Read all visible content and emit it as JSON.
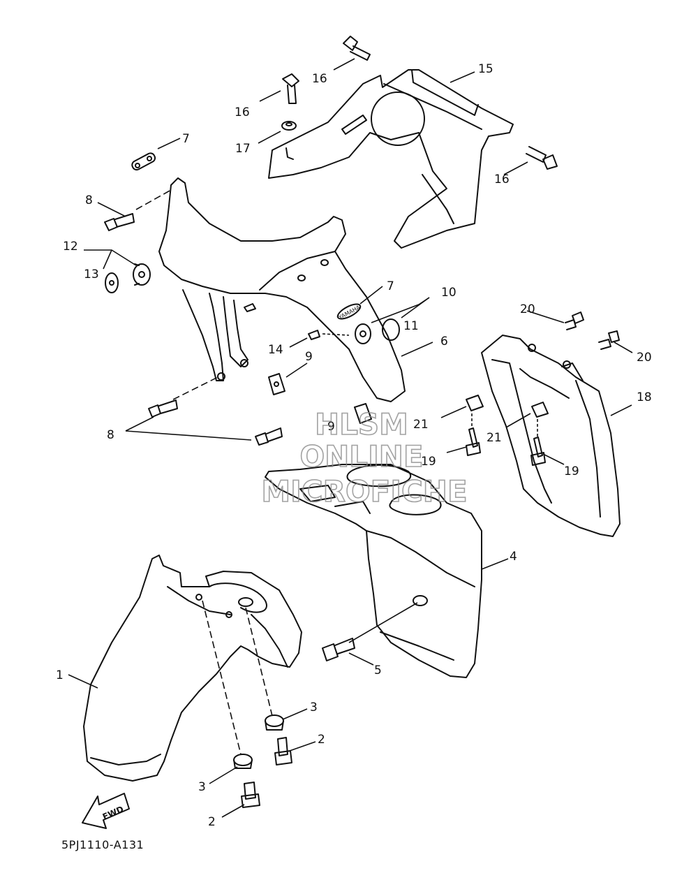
{
  "diagram": {
    "drawing_code": "5PJ1110-A131",
    "fwd_label": "FWD",
    "watermark": [
      "HLSM",
      "ONLINE",
      "MICROFICHE"
    ],
    "brand_emblem": "YAMAHA",
    "callouts": [
      {
        "id": "c16a",
        "label": "16"
      },
      {
        "id": "c15",
        "label": "15"
      },
      {
        "id": "c16b",
        "label": "16"
      },
      {
        "id": "c17",
        "label": "17"
      },
      {
        "id": "c7a",
        "label": "7"
      },
      {
        "id": "c16c",
        "label": "16"
      },
      {
        "id": "c8a",
        "label": "8"
      },
      {
        "id": "c12",
        "label": "12"
      },
      {
        "id": "c13",
        "label": "13"
      },
      {
        "id": "c7b",
        "label": "7"
      },
      {
        "id": "c10",
        "label": "10"
      },
      {
        "id": "c11",
        "label": "11"
      },
      {
        "id": "c20a",
        "label": "20"
      },
      {
        "id": "c20b",
        "label": "20"
      },
      {
        "id": "c14",
        "label": "14"
      },
      {
        "id": "c6",
        "label": "6"
      },
      {
        "id": "c9a",
        "label": "9"
      },
      {
        "id": "c18",
        "label": "18"
      },
      {
        "id": "c9b",
        "label": "9"
      },
      {
        "id": "c21a",
        "label": "21"
      },
      {
        "id": "c21b",
        "label": "21"
      },
      {
        "id": "c8b",
        "label": "8"
      },
      {
        "id": "c19a",
        "label": "19"
      },
      {
        "id": "c19b",
        "label": "19"
      },
      {
        "id": "c4",
        "label": "4"
      },
      {
        "id": "c5",
        "label": "5"
      },
      {
        "id": "c1",
        "label": "1"
      },
      {
        "id": "c3a",
        "label": "3"
      },
      {
        "id": "c2a",
        "label": "2"
      },
      {
        "id": "c3b",
        "label": "3"
      },
      {
        "id": "c2b",
        "label": "2"
      }
    ]
  }
}
